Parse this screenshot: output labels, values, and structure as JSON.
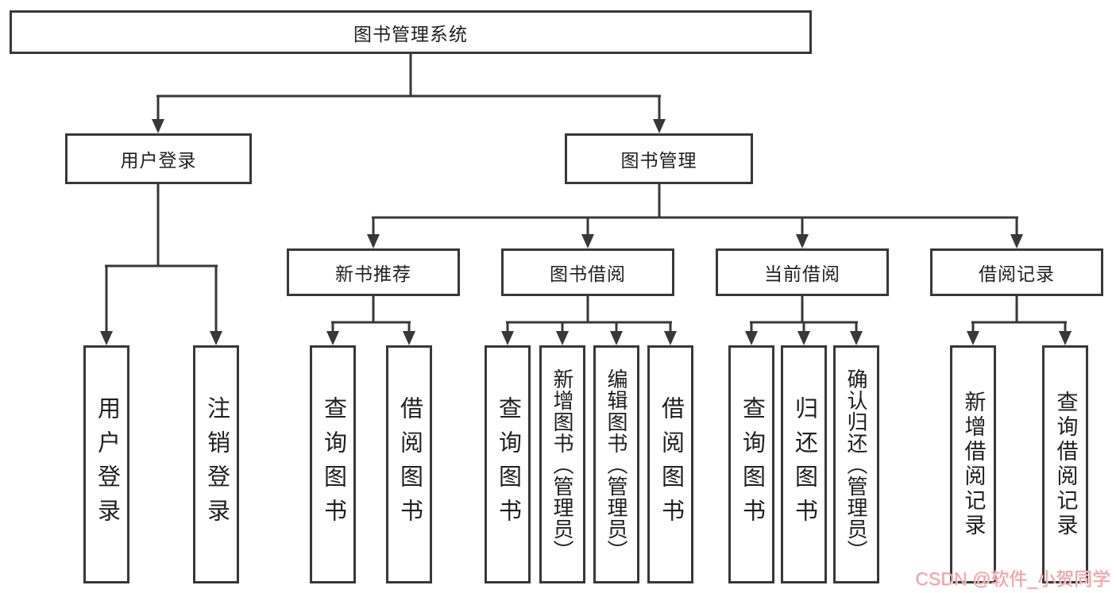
{
  "diagram_title": "图书管理系统",
  "colors": {
    "line": "#383838",
    "box_border": "#383838",
    "text": "#1f1f1f",
    "watermark": "#eda4a9",
    "background": "#ffffff"
  },
  "hierarchy": {
    "label": "图书管理系统",
    "children": [
      {
        "label": "用户登录",
        "children": [
          {
            "label": "用户登录"
          },
          {
            "label": "注销登录"
          }
        ]
      },
      {
        "label": "图书管理",
        "children": [
          {
            "label": "新书推荐",
            "children": [
              {
                "label": "查询图书"
              },
              {
                "label": "借阅图书"
              }
            ]
          },
          {
            "label": "图书借阅",
            "children": [
              {
                "label": "查询图书"
              },
              {
                "label": "新增图书（管理员）"
              },
              {
                "label": "编辑图书（管理员）"
              },
              {
                "label": "借阅图书"
              }
            ]
          },
          {
            "label": "当前借阅",
            "children": [
              {
                "label": "查询图书"
              },
              {
                "label": "归还图书"
              },
              {
                "label": "确认归还（管理员）"
              }
            ]
          },
          {
            "label": "借阅记录",
            "children": [
              {
                "label": "新增借阅记录"
              },
              {
                "label": "查询借阅记录"
              }
            ]
          }
        ]
      }
    ]
  },
  "watermark": {
    "text": "CSDN @软件_小贺同学"
  }
}
